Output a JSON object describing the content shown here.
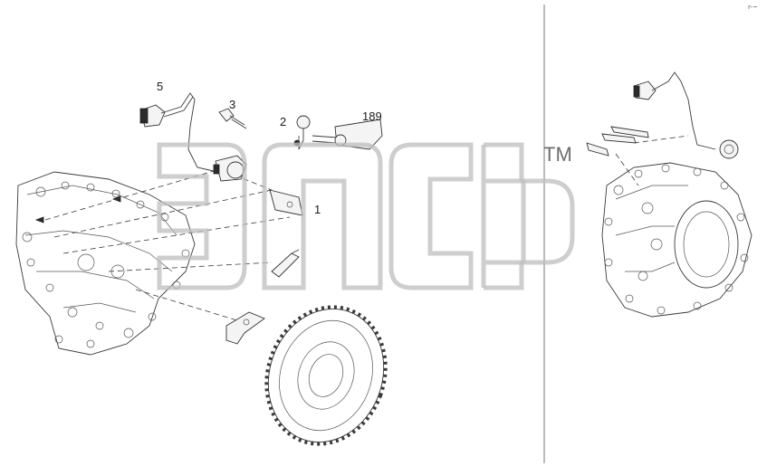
{
  "callouts": {
    "part_5": "5",
    "part_3": "3",
    "part_2": "2",
    "part_189": "189",
    "part_1": "1"
  },
  "watermark": {
    "trademark": "TM"
  },
  "corner_mark": "r-~"
}
